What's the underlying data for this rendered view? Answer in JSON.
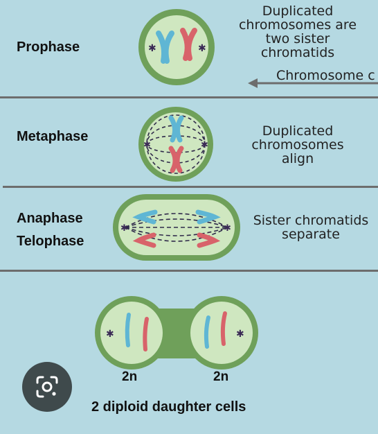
{
  "stages": {
    "prophase": {
      "label": "Prophase",
      "description": [
        "Duplicated",
        "chromosomes are",
        "two sister",
        "chromatids"
      ]
    },
    "metaphase": {
      "label": "Metaphase",
      "description": [
        "Duplicated",
        "chromosomes",
        "align"
      ]
    },
    "anaphase_telophase": {
      "label_top": "Anaphase",
      "label_bottom": "Telophase",
      "description": [
        "Sister chromatids",
        "separate"
      ]
    }
  },
  "arrow_label": "Chromosome c",
  "daughter_cells": {
    "left_ploidy": "2n",
    "right_ploidy": "2n",
    "caption": "2 diploid daughter cells"
  },
  "colors": {
    "background": "#b5d9e2",
    "cell_outer": "#6fa05a",
    "cell_inner": "#cfe7c0",
    "chromosome_blue": "#5fb6d4",
    "chromosome_red": "#d8636a",
    "centrosome": "#3a2a55",
    "divider": "#6d6d6d"
  },
  "icons": {
    "lens_button": "google-lens-icon"
  }
}
